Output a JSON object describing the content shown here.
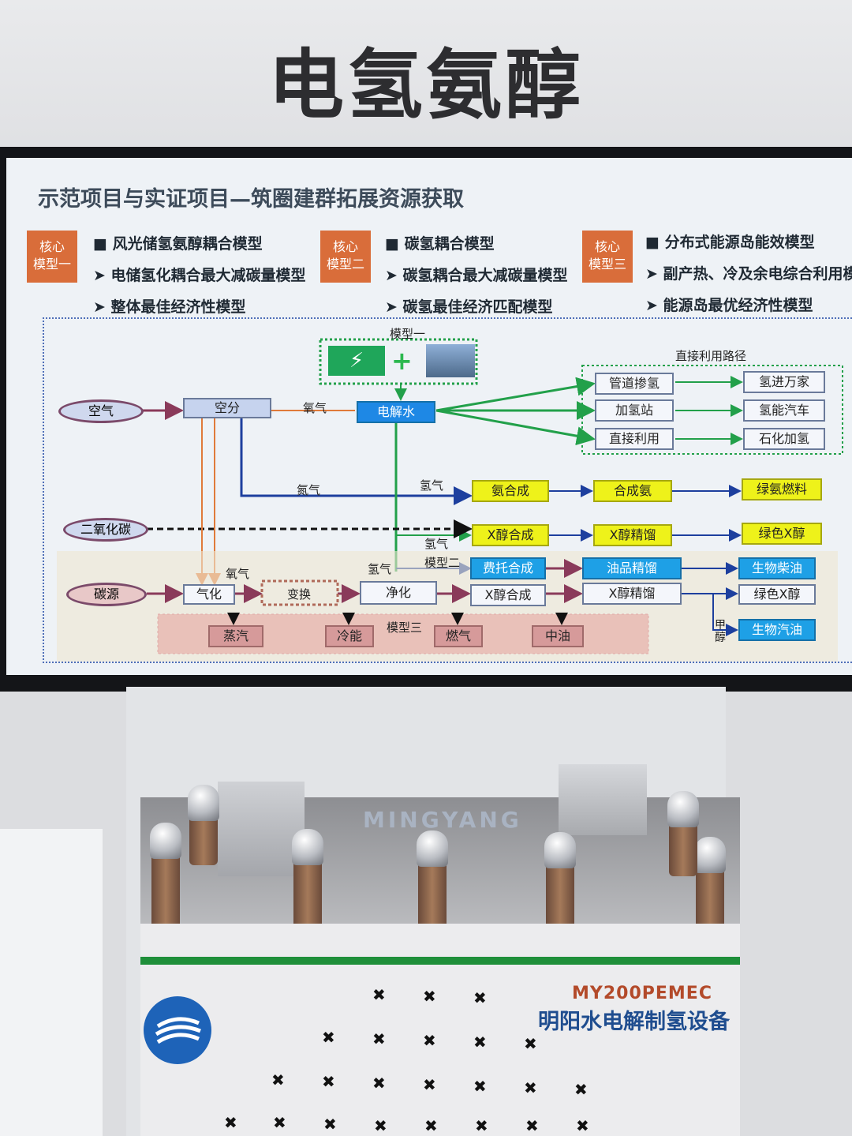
{
  "wall_title": "电氢氨醇",
  "slide": {
    "title": "示范项目与实证项目—筑圈建群拓展资源获取",
    "cores": [
      {
        "tag_line1": "核心",
        "tag_line2": "模型一",
        "bullets": [
          "■ 风光储氢氨醇耦合模型",
          "➤ 电储氢化耦合最大减碳量模型",
          "➤ 整体最佳经济性模型"
        ]
      },
      {
        "tag_line1": "核心",
        "tag_line2": "模型二",
        "bullets": [
          "■ 碳氢耦合模型",
          "➤ 碳氢耦合最大减碳量模型",
          "➤ 碳氢最佳经济匹配模型"
        ]
      },
      {
        "tag_line1": "核心",
        "tag_line2": "模型三",
        "bullets": [
          "■ 分布式能源岛能效模型",
          "➤ 副产热、冷及余电综合利用模",
          "➤ 能源岛最优经济性模型"
        ]
      }
    ],
    "diagram": {
      "model1_label": "模型一",
      "model2_label": "模型二",
      "model3_label": "模型三",
      "direct_path_label": "直接利用路径",
      "air": "空气",
      "air_sep": "空分",
      "oxygen1": "氧气",
      "electrolysis": "电解水",
      "pipeline": "管道掺氢",
      "station": "加氢站",
      "direct_use": "直接利用",
      "h2_homes": "氢进万家",
      "h2_car": "氢能汽车",
      "petro_h2": "石化加氢",
      "nitrogen": "氮气",
      "hydrogen1": "氢气",
      "ammonia_syn": "氨合成",
      "syn_ammonia": "合成氨",
      "green_fuel": "绿氨燃料",
      "co2": "二氧化碳",
      "x_alcohol_syn": "X醇合成",
      "x_alcohol_distill": "X醇精馏",
      "green_x_alcohol": "绿色X醇",
      "hydrogen2": "氢气",
      "hydrogen3": "氢气",
      "oxygen2": "氧气",
      "carbon_source": "碳源",
      "gasify": "气化",
      "shift": "变换",
      "purify": "净化",
      "ft_syn": "费托合成",
      "x_alcohol_syn2": "X醇合成",
      "oil_refine": "油品精馏",
      "x_alcohol_distill2": "X醇精馏",
      "bio_diesel": "生物柴油",
      "green_x_alcohol2": "绿色X醇",
      "methanol": "甲醇",
      "bio_gasoline": "生物汽油",
      "steam": "蒸汽",
      "cold": "冷能",
      "gas": "燃气",
      "mid_oil": "中油"
    }
  },
  "device": {
    "model_name": "MY200PEMEC",
    "description": "明阳水电解制氢设备",
    "brand_faint": "MINGYANG"
  },
  "colors": {
    "orange_tag": "#d96d3a",
    "blue_box": "#1ea0e6",
    "yellow_box": "#eef21a",
    "green_strip": "#1f8f3a"
  }
}
